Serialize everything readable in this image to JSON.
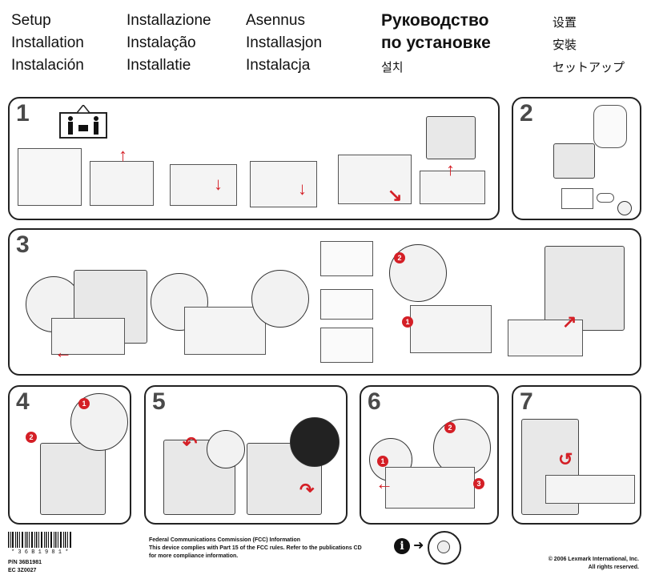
{
  "titles": {
    "col1": [
      "Setup",
      "Installation",
      "Instalación"
    ],
    "col2": [
      "Installazione",
      "Instalação",
      "Installatie"
    ],
    "col3": [
      "Asennus",
      "Installasjon",
      "Instalacja"
    ],
    "col4": [
      "Руководство",
      "по установке",
      "설치"
    ],
    "col5": [
      "设置",
      "安裝",
      "セットアップ"
    ]
  },
  "steps": [
    "1",
    "2",
    "3",
    "4",
    "5",
    "6",
    "7"
  ],
  "badges": {
    "b1": "1",
    "b2": "2",
    "b3": "3"
  },
  "footer": {
    "fcc_title": "Federal Communications Commission (FCC) Information",
    "fcc_line1": "This device complies with Part 15 of the FCC rules. Refer to the publications CD",
    "fcc_line2": "for more compliance information.",
    "barcode_text": "* 3 6 B 1 9 8 1 *",
    "pn": "P/N 36B1981",
    "ec": "EC 3Z0027",
    "copyright": "© 2006 Lexmark International, Inc.",
    "rights": "All rights reserved.",
    "info_glyph": "i"
  },
  "colors": {
    "accent": "#d41f26",
    "border": "#222222"
  }
}
